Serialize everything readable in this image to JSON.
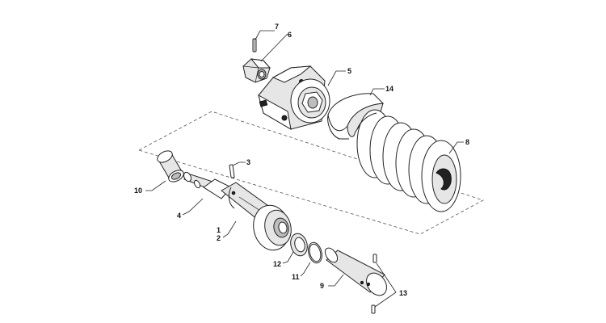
{
  "parts": [
    {
      "id": "p1",
      "label": "1"
    },
    {
      "id": "p2",
      "label": "2"
    },
    {
      "id": "p3",
      "label": "3"
    },
    {
      "id": "p4",
      "label": "4"
    },
    {
      "id": "p5",
      "label": "5"
    },
    {
      "id": "p6",
      "label": "6"
    },
    {
      "id": "p7",
      "label": "7"
    },
    {
      "id": "p8",
      "label": "8"
    },
    {
      "id": "p9",
      "label": "9"
    },
    {
      "id": "p10",
      "label": "10"
    },
    {
      "id": "p11",
      "label": "11"
    },
    {
      "id": "p12",
      "label": "12"
    },
    {
      "id": "p13",
      "label": "13"
    },
    {
      "id": "p14",
      "label": "14"
    }
  ]
}
